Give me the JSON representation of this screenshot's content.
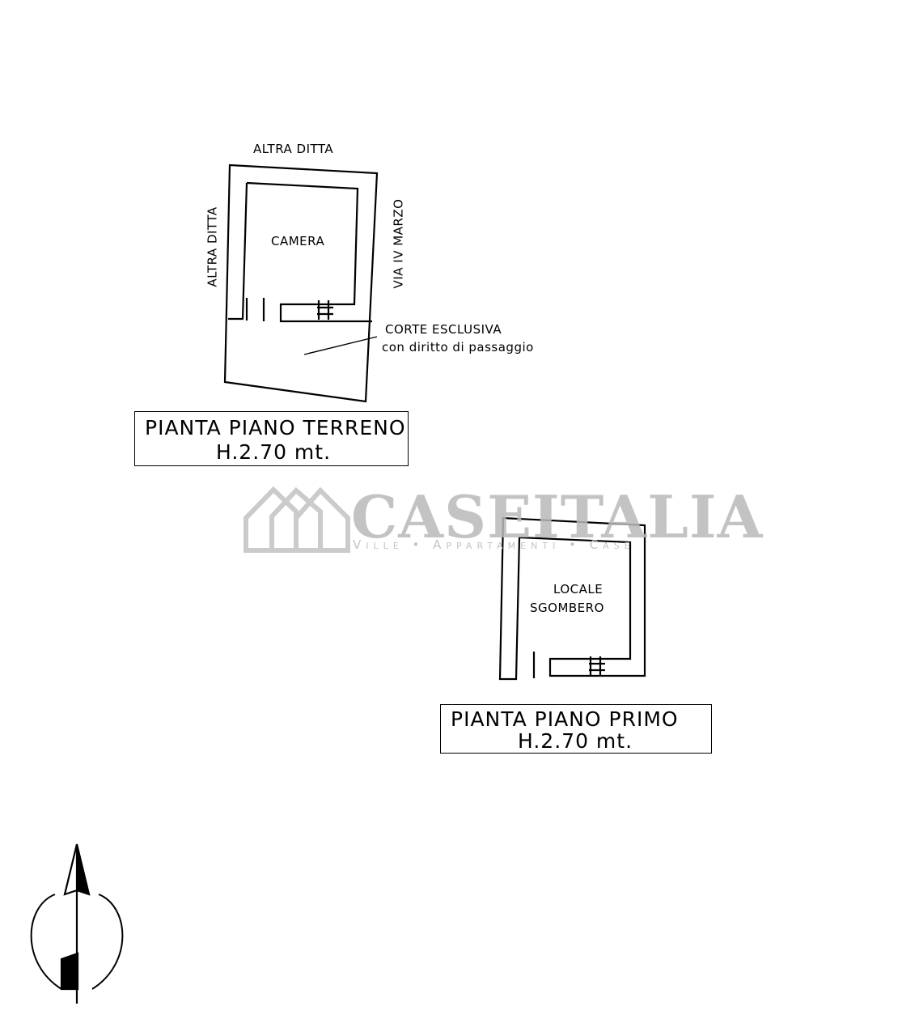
{
  "ground_floor": {
    "neighbor_top": "ALTRA DITTA",
    "neighbor_left": "ALTRA DITTA",
    "street_right": "VIA IV MARZO",
    "room": "CAMERA",
    "court_line1": "CORTE ESCLUSIVA",
    "court_line2": "con diritto di passaggio",
    "title_line1": "PIANTA PIANO TERRENO",
    "title_line2": "H.2.70 mt."
  },
  "first_floor": {
    "room_line1": "LOCALE",
    "room_line2": "SGOMBERO",
    "title_line1": "PIANTA PIANO PRIMO",
    "title_line2": "H.2.70 mt."
  },
  "watermark": {
    "brand": "CASEITALIA",
    "tagline": "Ville • Appartamenti • Case",
    "icon": "house-logo-icon"
  },
  "compass": {
    "icon": "north-arrow-icon"
  }
}
